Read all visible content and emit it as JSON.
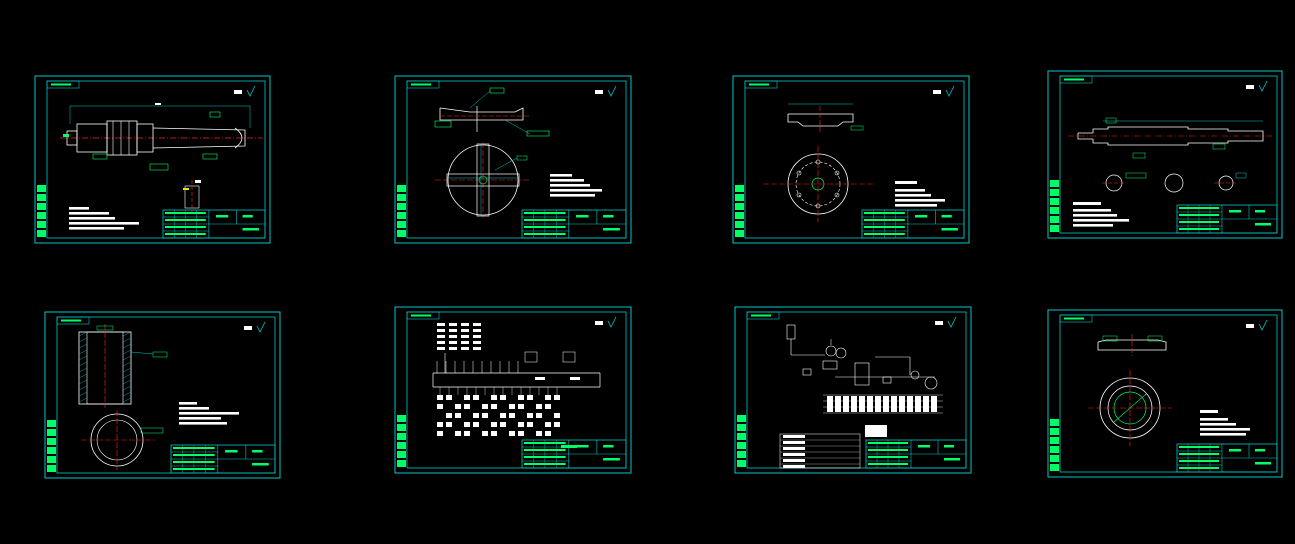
{
  "app": {
    "background": "#000000"
  },
  "colors": {
    "frame": "#00c8c8",
    "border_green": "#00ff66",
    "white": "#ffffff",
    "red": "#ff2020",
    "yellow": "#e8e800",
    "cyan_text": "#40e0ff"
  },
  "sheets": [
    {
      "id": "sheet-shaft",
      "kind": "shaft"
    },
    {
      "id": "sheet-cross-plate",
      "kind": "cross-plate"
    },
    {
      "id": "sheet-flange",
      "kind": "flange"
    },
    {
      "id": "sheet-long-shaft",
      "kind": "long-shaft"
    },
    {
      "id": "sheet-sleeve",
      "kind": "sleeve"
    },
    {
      "id": "sheet-circuit",
      "kind": "circuit"
    },
    {
      "id": "sheet-hydraulic",
      "kind": "hydraulic"
    },
    {
      "id": "sheet-ring",
      "kind": "ring"
    }
  ]
}
